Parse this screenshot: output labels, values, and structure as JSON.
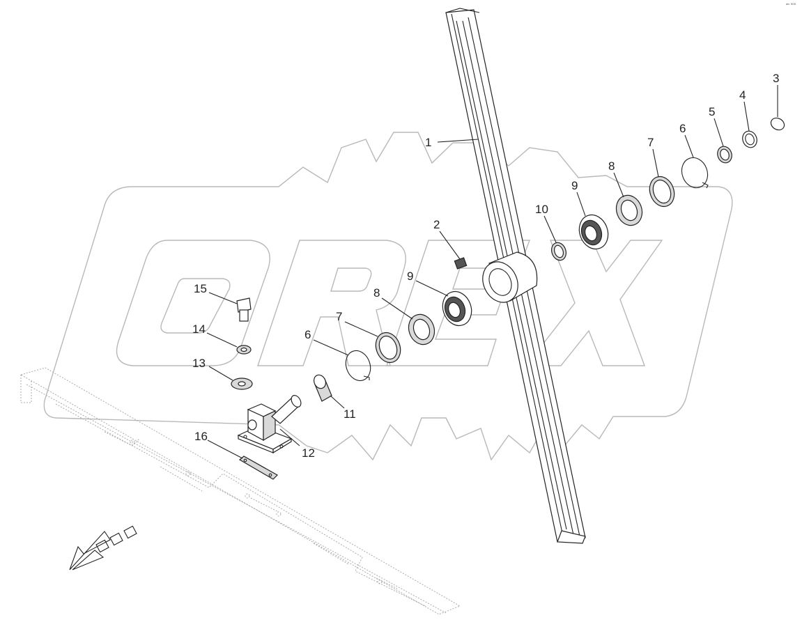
{
  "corner_mark": "ᵃᵇ ⁰⁰⁰",
  "watermark": {
    "text": "OREX",
    "color": "#b8b8b8"
  },
  "direction_arrow": {
    "icon": "travel-direction-arrow-icon"
  },
  "callouts": [
    {
      "id": "c1",
      "label": "1",
      "part": "guide-rail"
    },
    {
      "id": "c2",
      "label": "2",
      "part": "grease-nipple"
    },
    {
      "id": "c3",
      "label": "3",
      "part": "circlip-small"
    },
    {
      "id": "c4",
      "label": "4",
      "part": "washer-small"
    },
    {
      "id": "c5",
      "label": "5",
      "part": "ring-small"
    },
    {
      "id": "c6a",
      "label": "6",
      "part": "snap-ring-right"
    },
    {
      "id": "c7a",
      "label": "7",
      "part": "seal-ring-right"
    },
    {
      "id": "c8a",
      "label": "8",
      "part": "cover-ring-right"
    },
    {
      "id": "c9a",
      "label": "9",
      "part": "bearing-right"
    },
    {
      "id": "c10",
      "label": "10",
      "part": "bushing-right"
    },
    {
      "id": "c9b",
      "label": "9",
      "part": "bearing-left"
    },
    {
      "id": "c8b",
      "label": "8",
      "part": "cover-ring-left"
    },
    {
      "id": "c7b",
      "label": "7",
      "part": "seal-ring-left"
    },
    {
      "id": "c6b",
      "label": "6",
      "part": "snap-ring-left"
    },
    {
      "id": "c11",
      "label": "11",
      "part": "bushing-left"
    },
    {
      "id": "c12",
      "label": "12",
      "part": "pivot-bracket"
    },
    {
      "id": "c13",
      "label": "13",
      "part": "flat-washer"
    },
    {
      "id": "c14",
      "label": "14",
      "part": "spring-washer"
    },
    {
      "id": "c15",
      "label": "15",
      "part": "bolt"
    },
    {
      "id": "c16",
      "label": "16",
      "part": "mounting-strap"
    }
  ]
}
